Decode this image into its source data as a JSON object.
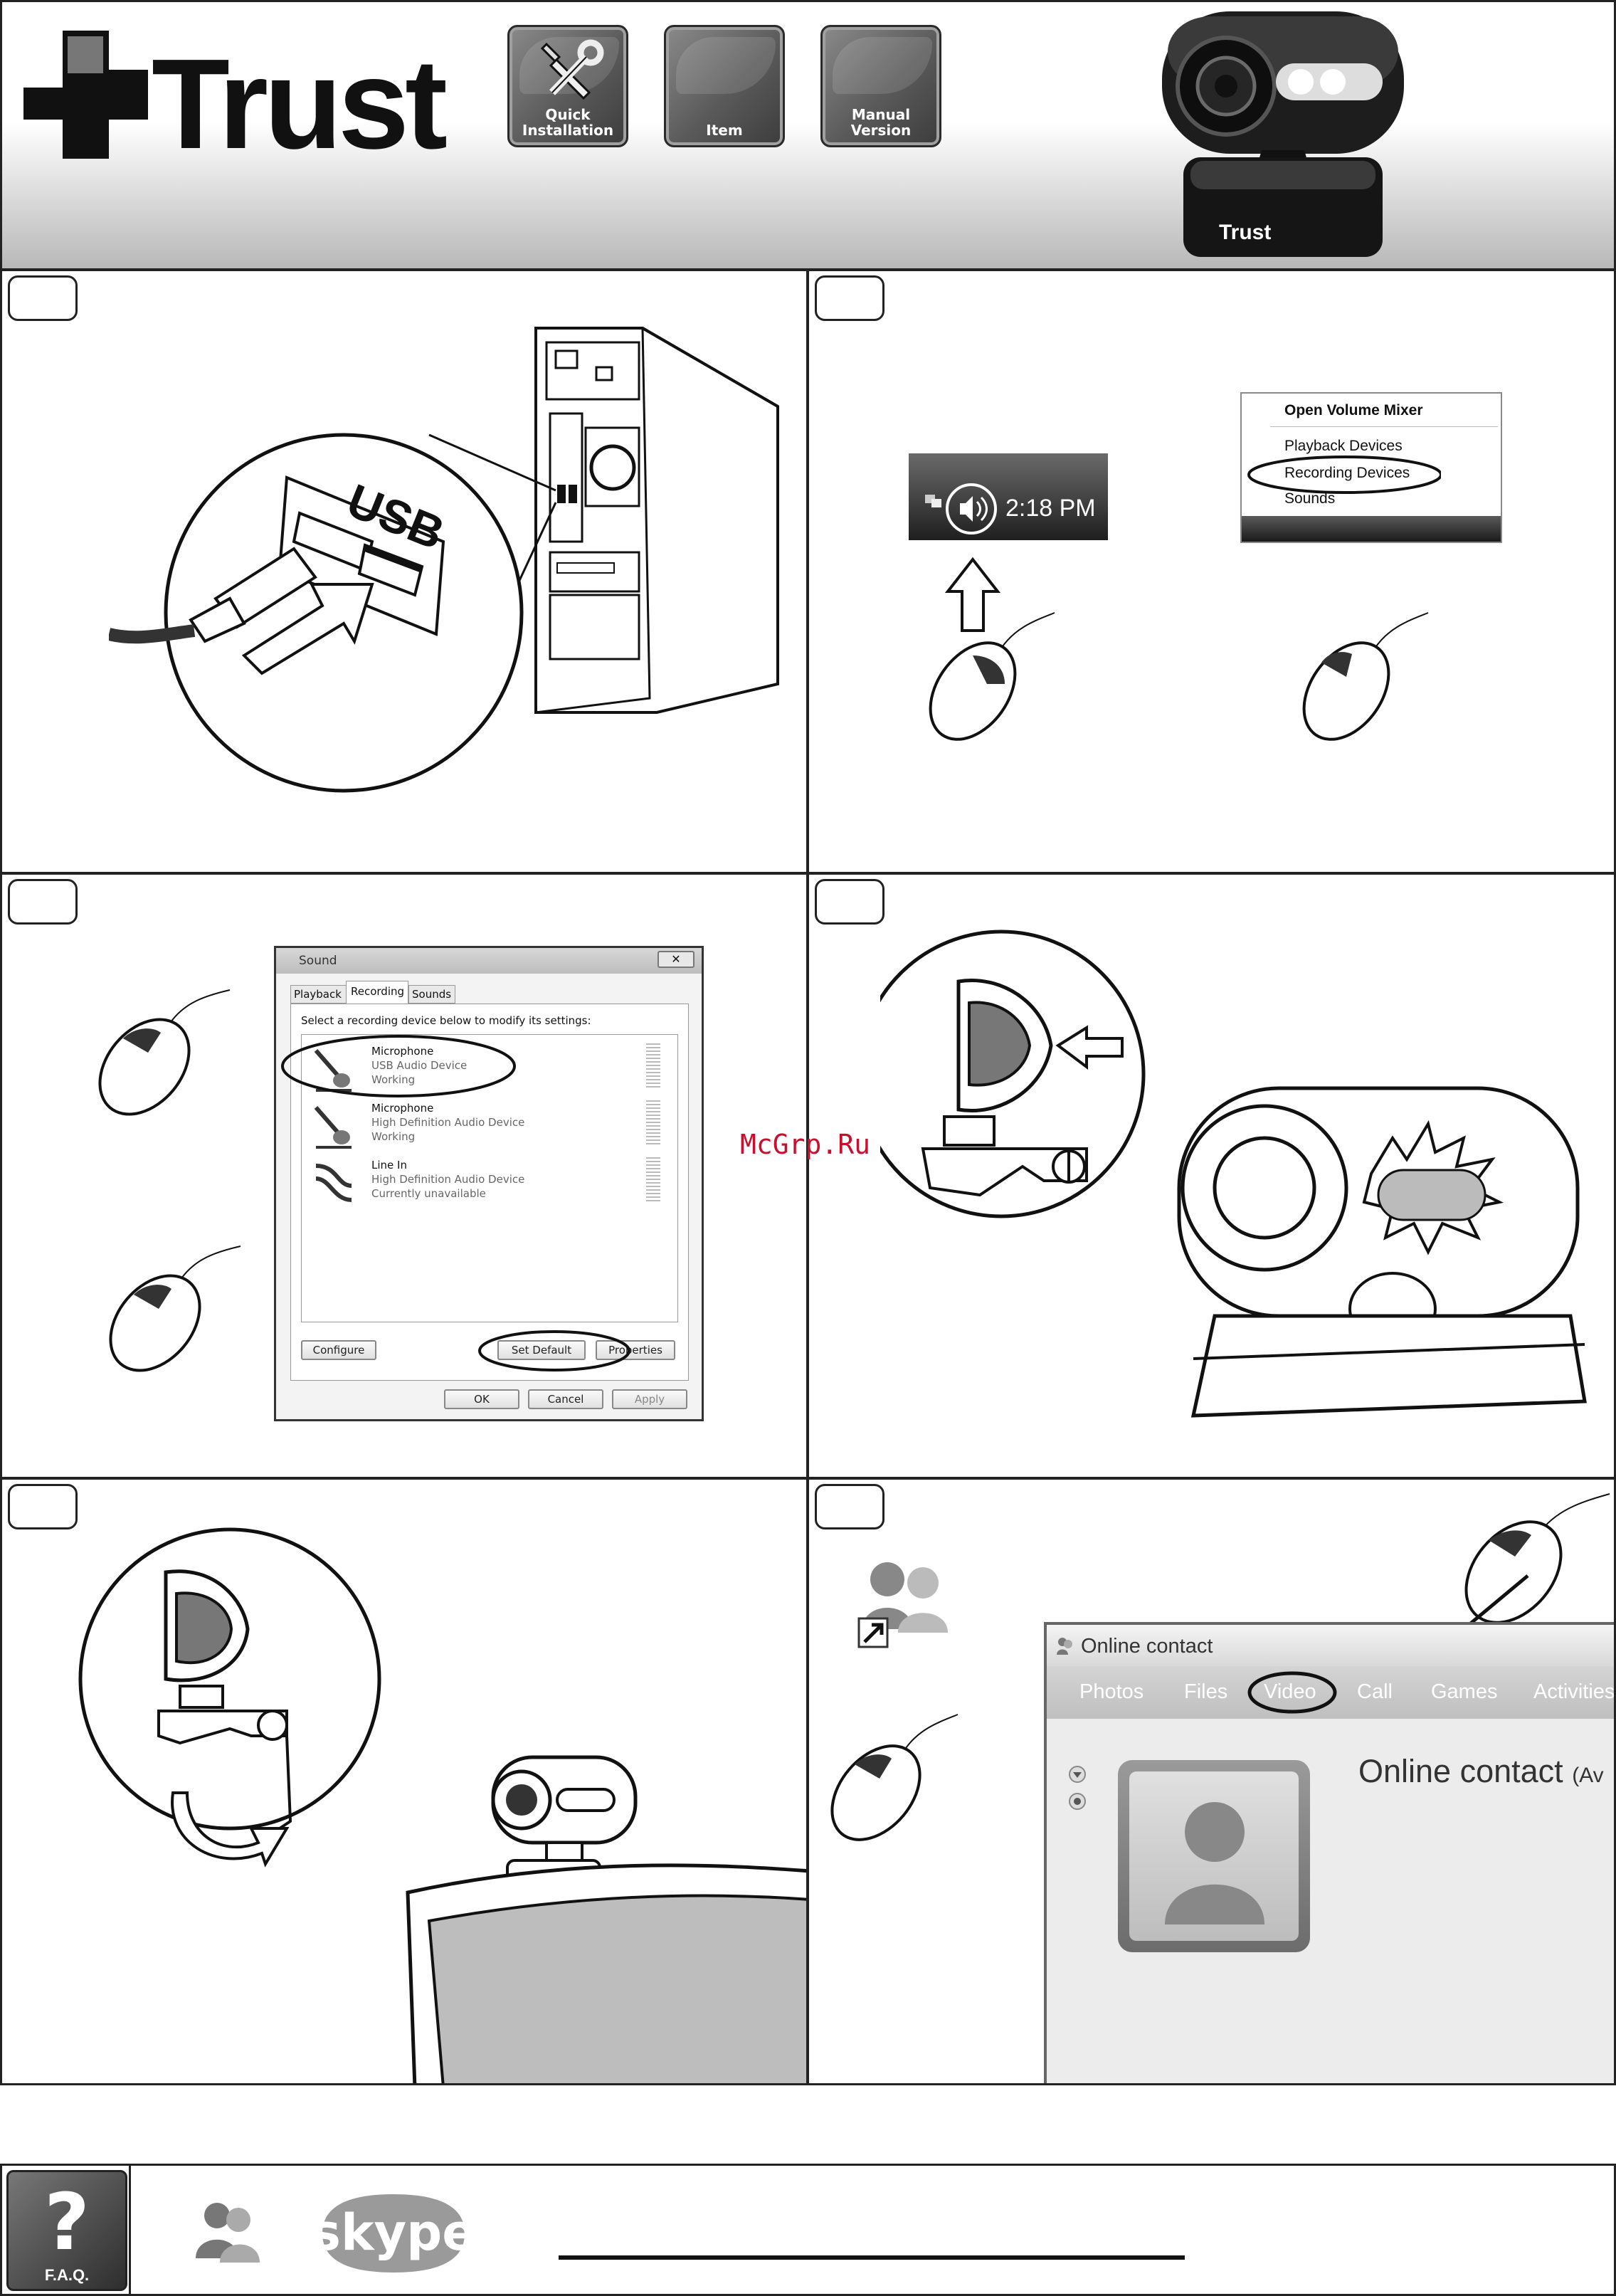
{
  "header": {
    "brand": "Trust",
    "buttons": [
      {
        "label_line1": "Quick",
        "label_line2": "Installation"
      },
      {
        "label_line1": "",
        "label_line2": "Item"
      },
      {
        "label_line1": "Manual",
        "label_line2": "Version"
      }
    ],
    "webcam_brand": "Trust"
  },
  "step1": {
    "port_label": "USB"
  },
  "step2": {
    "tray_time": "2:18 PM",
    "menu_items": [
      "Open Volume Mixer",
      "Playback Devices",
      "Recording Devices",
      "Sounds"
    ]
  },
  "step3": {
    "window_title": "Sound",
    "tabs": [
      "Playback",
      "Recording",
      "Sounds"
    ],
    "instruction": "Select a recording device below to modify its settings:",
    "devices": [
      {
        "name": "Microphone",
        "line2": "USB Audio Device",
        "line3": "Working"
      },
      {
        "name": "Microphone",
        "line2": "High Definition Audio Device",
        "line3": "Working"
      },
      {
        "name": "Line In",
        "line2": "High Definition Audio Device",
        "line3": "Currently unavailable"
      }
    ],
    "buttons": {
      "configure": "Configure",
      "set_default": "Set Default",
      "properties": "Properties",
      "ok": "OK",
      "cancel": "Cancel",
      "apply": "Apply"
    }
  },
  "step6": {
    "window_title": "Online contact",
    "menu": [
      "Photos",
      "Files",
      "Video",
      "Call",
      "Games",
      "Activities"
    ],
    "contact_name": "Online contact",
    "contact_suffix": "(Av"
  },
  "watermark": "McGrp.Ru",
  "footer": {
    "faq_label": "F.A.Q.",
    "skype_label": "skype"
  }
}
